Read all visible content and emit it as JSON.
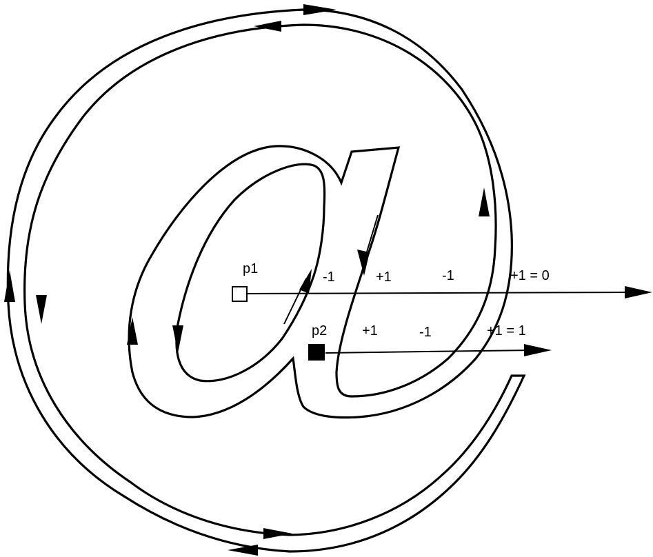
{
  "points": {
    "p1": {
      "label": "p1",
      "marker": "hollow-square"
    },
    "p2": {
      "label": "p2",
      "marker": "filled-square"
    }
  },
  "ray1_labels": [
    "-1",
    "+1",
    "-1",
    "+1 = 0"
  ],
  "ray2_labels": [
    "+1",
    "-1",
    "+1 = 1"
  ],
  "colors": {
    "stroke": "#000000",
    "background": "#ffffff"
  }
}
